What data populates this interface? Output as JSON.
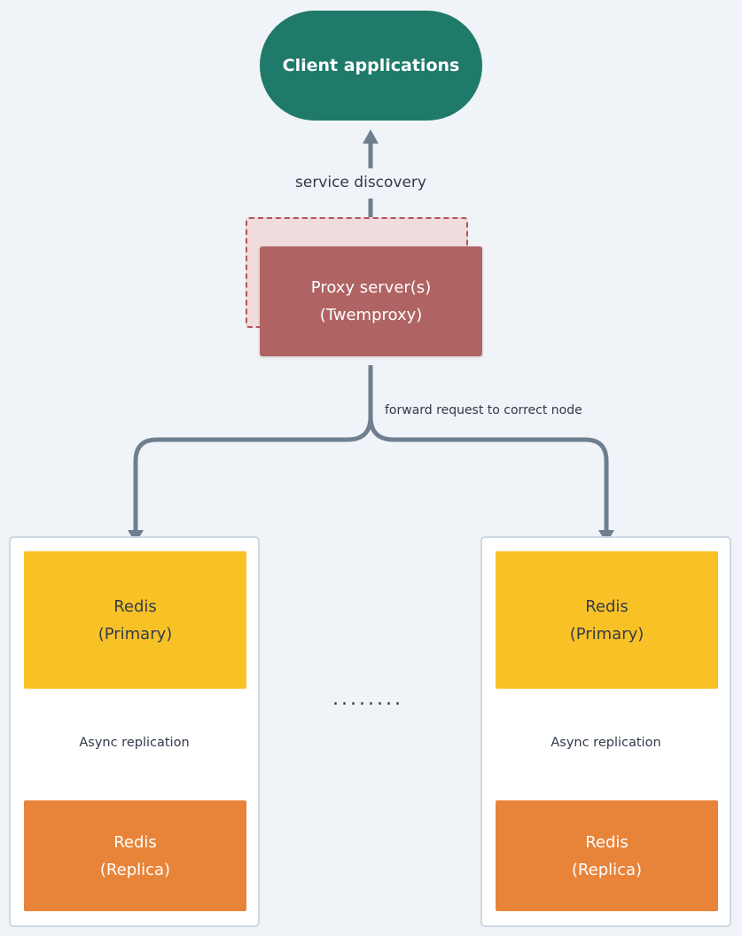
{
  "diagram": {
    "client": {
      "label": "Client applications"
    },
    "proxy": {
      "line1": "Proxy server(s)",
      "line2": "(Twemproxy)"
    },
    "edges": {
      "service_discovery": "service discovery",
      "forward": "forward request to correct node"
    },
    "shards": [
      {
        "primary": {
          "line1": "Redis",
          "line2": "(Primary)"
        },
        "replication": "Async replication",
        "replica": {
          "line1": "Redis",
          "line2": "(Replica)"
        }
      },
      {
        "primary": {
          "line1": "Redis",
          "line2": "(Primary)"
        },
        "replication": "Async replication",
        "replica": {
          "line1": "Redis",
          "line2": "(Replica)"
        }
      }
    ],
    "ellipsis": "........"
  },
  "colors": {
    "background": "#f0f3f7",
    "client": "#1f7a69",
    "proxy": "#b06363",
    "proxy_shadow": "#f0dcdc",
    "primary": "#f8c226",
    "replica": "#e8843a",
    "connector": "#6e7f90"
  }
}
